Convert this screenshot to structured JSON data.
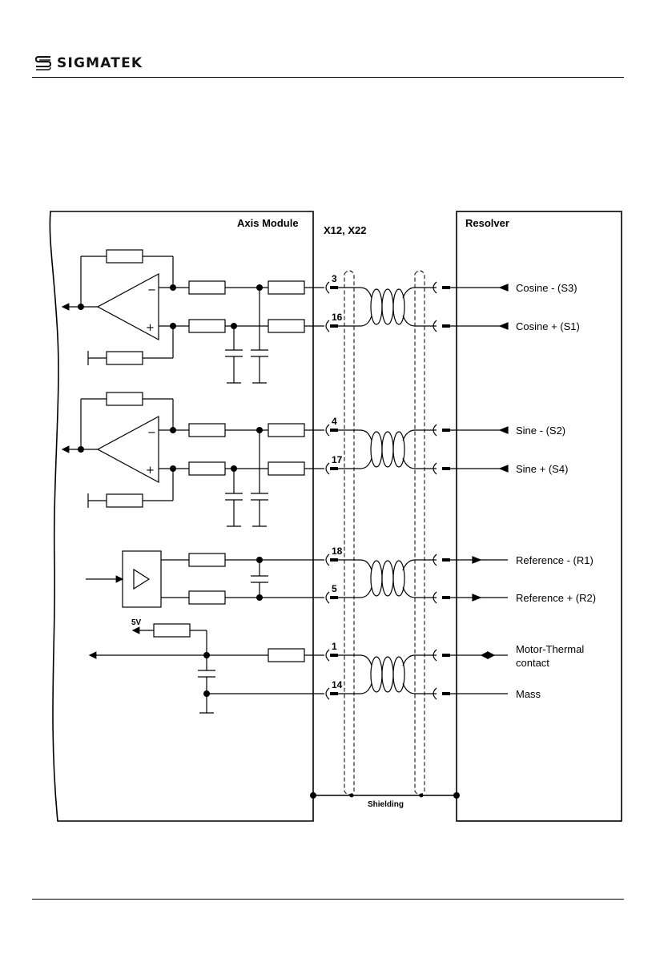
{
  "header": {
    "logo_text": "SIGMATEK",
    "logo_icon": "sigmatek-logo-icon"
  },
  "diagram": {
    "axis_module_label": "Axis Module",
    "connector_label": "X12, X22",
    "resolver_label": "Resolver",
    "shielding_label": "Shielding",
    "supply_label": "5V",
    "opamp_minus": "−",
    "opamp_plus": "+",
    "pins": [
      {
        "id": "pin-3",
        "number": "3"
      },
      {
        "id": "pin-16",
        "number": "16"
      },
      {
        "id": "pin-4",
        "number": "4"
      },
      {
        "id": "pin-17",
        "number": "17"
      },
      {
        "id": "pin-18",
        "number": "18"
      },
      {
        "id": "pin-5",
        "number": "5"
      },
      {
        "id": "pin-1",
        "number": "1"
      },
      {
        "id": "pin-14",
        "number": "14"
      }
    ],
    "signals": [
      {
        "id": "cosine-minus",
        "label": "Cosine - (S3)"
      },
      {
        "id": "cosine-plus",
        "label": "Cosine + (S1)"
      },
      {
        "id": "sine-minus",
        "label": "Sine - (S2)"
      },
      {
        "id": "sine-plus",
        "label": "Sine + (S4)"
      },
      {
        "id": "reference-minus",
        "label": "Reference - (R1)"
      },
      {
        "id": "reference-plus",
        "label": "Reference + (R2)"
      },
      {
        "id": "motor-thermal",
        "label_line1": "Motor-Thermal",
        "label_line2": "contact"
      },
      {
        "id": "mass",
        "label": "Mass"
      }
    ]
  }
}
